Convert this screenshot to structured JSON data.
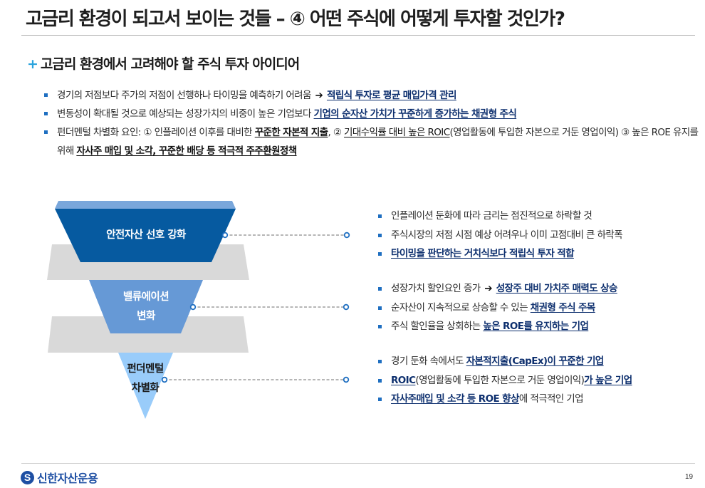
{
  "header": {
    "title": "고금리 환경이 되고서 보이는 것들 – ④ 어떤 주식에 어떻게 투자할 것인가?"
  },
  "section": {
    "plus_icon": "+",
    "subtitle": "고금리 환경에서 고려해야 할 주식 투자 아이디어"
  },
  "bullets": [
    {
      "text": "경기의 저점보다 주가의 저점이 선행하나 타이밍을 예측하기 어려움",
      "arrow": "➔",
      "highlight": "적립식 투자로 평균 매입가격 관리"
    },
    {
      "text": "변동성이 확대될 것으로 예상되는 성장가치의 비중이 높은 기업보다",
      "highlight": "기업의 순자산 가치가 꾸준하게 증가하는 채권형 주식"
    },
    {
      "part1": "펀더멘털 차별화 요인: ① 인플레이션 이후를 대비한",
      "hl1": "꾸준한 자본적 지출",
      "part2": ", ② ",
      "hl2": "기대수익률 대비 높은 ROIC",
      "part3": "(영업활동에 투입한 자본으로 거둔 영업이익) ③ 높은 ROE 유지를 위해",
      "hl3": "자사주 매입 및 소각, 꾸준한 배당 등 적극적 주주환원정책"
    }
  ],
  "funnel": {
    "colors": {
      "top_cap": "#7aa7db",
      "level1": "#065aa0",
      "level2": "#6699d6",
      "level3": "#99ccfa",
      "band": "#d9d9d9",
      "connector": "#8a8a8a",
      "dot": "#1f6fc1"
    },
    "levels": [
      {
        "label": "안전자산 선호 강화"
      },
      {
        "label_line1": "밸류에이션",
        "label_line2": "변화"
      },
      {
        "label_line1": "펀더멘털",
        "label_line2": "차별화"
      }
    ]
  },
  "right": {
    "groups": [
      {
        "items": [
          {
            "text": "인플레이션 둔화에 따라 금리는 점진적으로 하락할 것"
          },
          {
            "text": "주식시장의 저점 시점 예상 어려우나 이미 고점대비 큰 하락폭"
          },
          {
            "highlight": "타이밍을 판단하는 거치식보다 적립식 투자 적합"
          }
        ]
      },
      {
        "items": [
          {
            "text": "성장가치 할인요인 증가",
            "arrow": "➔",
            "highlight": "성장주 대비 가치주 매력도 상승"
          },
          {
            "text": "순자산이 지속적으로 상승할 수 있는",
            "highlight": "채권형 주식 주목"
          },
          {
            "text": "주식 할인율을 상회하는",
            "highlight": "높은 ROE를 유지하는 기업"
          }
        ]
      },
      {
        "items": [
          {
            "text": "경기 둔화 속에서도",
            "highlight": "자본적지출(CapEx)이 꾸준한 기업"
          },
          {
            "highlight_pre": "ROIC",
            "text": "(영업활동에 투입한 자본으로 거둔 영업이익)",
            "highlight": "가 높은 기업"
          },
          {
            "highlight": "자사주매입 및 소각 등 ROE 향상",
            "text": "에 적극적인 기업"
          }
        ]
      }
    ]
  },
  "footer": {
    "logo_mark": "S",
    "logo_text": "신한자산운용",
    "page_number": "19"
  }
}
